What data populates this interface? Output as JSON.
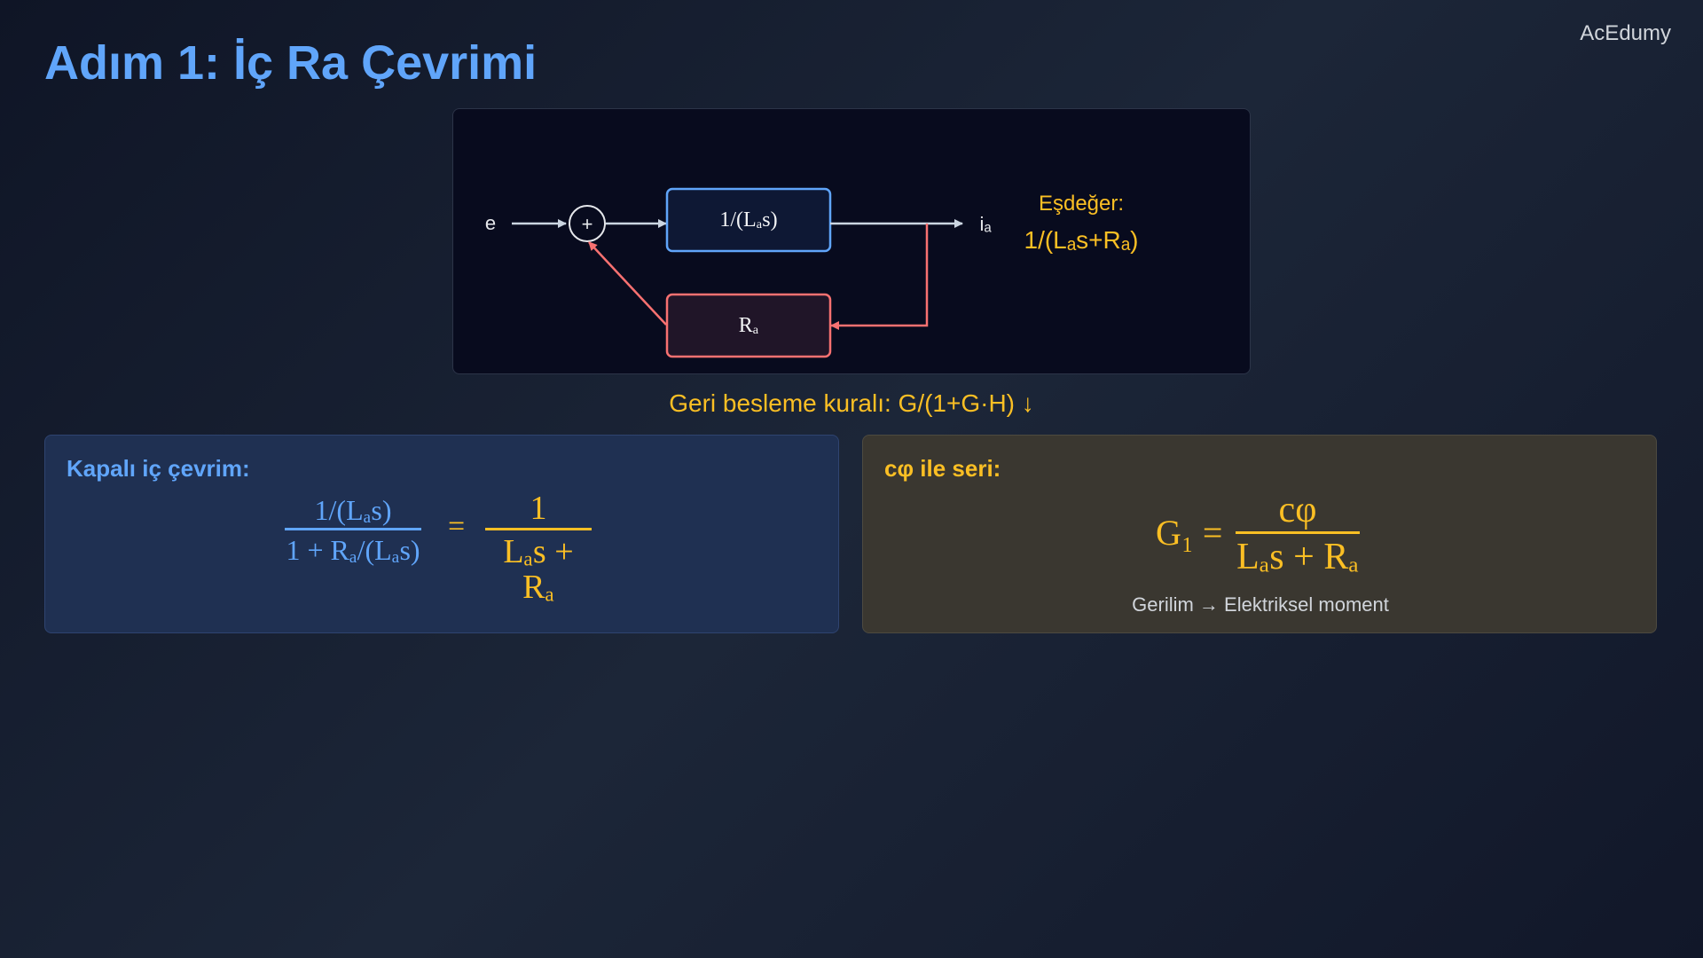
{
  "brand": "AcEdumy",
  "title": "Adım 1: İç Ra Çevrimi",
  "diagram": {
    "input_label": "e",
    "sum_symbol": "+",
    "forward_block": "1/(Lₐs)",
    "feedback_block": "Rₐ",
    "output_label": "iₐ",
    "equivalent_label": "Eşdeğer:",
    "equivalent_value": "1/(Lₐs+Rₐ)"
  },
  "feedback_rule": "Geri besleme kuralı: G/(1+G·H) ↓",
  "left_card": {
    "title": "Kapalı iç çevrim:",
    "lhs_num": "1/(Lₐs)",
    "lhs_den": "1 + Rₐ/(Lₐs)",
    "equals": "=",
    "rhs_num": "1",
    "rhs_den": "Lₐs + Rₐ"
  },
  "right_card": {
    "title": "cφ ile seri:",
    "lhs": "G₁ =",
    "num": "cφ",
    "den": "Lₐs + Rₐ",
    "note": "Gerilim → Elektriksel moment"
  },
  "colors": {
    "blue": "#60a5fa",
    "amber": "#fbbf24",
    "red": "#f87171",
    "line": "#cbd5e1"
  }
}
